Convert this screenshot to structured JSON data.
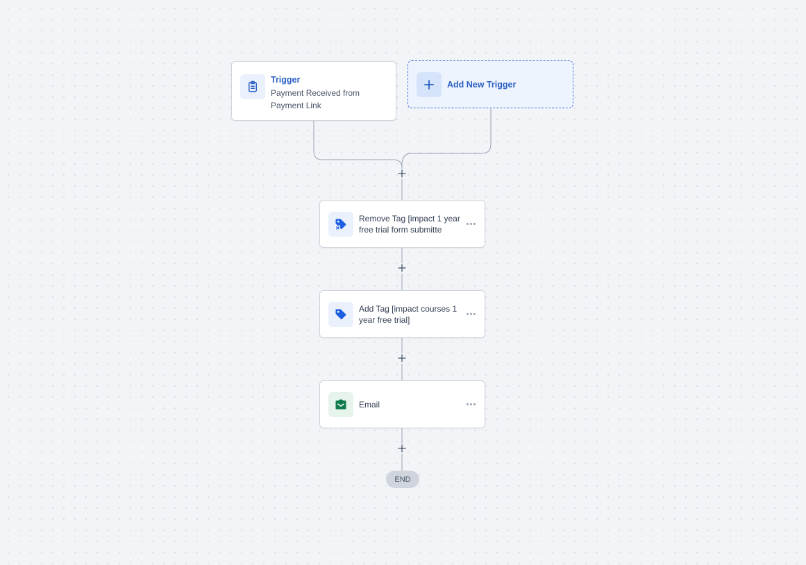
{
  "trigger": {
    "title": "Trigger",
    "subtitle": "Payment Received from Payment Link",
    "icon": "clipboard-icon"
  },
  "add_trigger": {
    "label": "Add New Trigger",
    "icon": "plus-icon"
  },
  "actions": [
    {
      "label": "Remove Tag [impact 1 year free trial form submitte",
      "icon": "tag-remove-icon"
    },
    {
      "label": "Add Tag [impact courses 1 year free trial]",
      "icon": "tag-icon"
    },
    {
      "label": "Email",
      "icon": "email-icon"
    }
  ],
  "end": {
    "label": "END"
  },
  "colors": {
    "accent": "#2c5fc4",
    "tag_blue": "#1d5fe0",
    "email_green": "#0f7a4c",
    "connector": "#98a2b3"
  }
}
